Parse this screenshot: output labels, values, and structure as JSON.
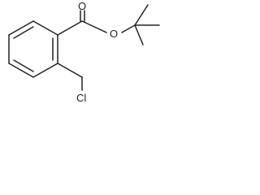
{
  "molecule": {
    "atoms": {
      "carbonyl_oxygen": "O",
      "ester_oxygen": "O",
      "chlorine": "Cl"
    }
  }
}
